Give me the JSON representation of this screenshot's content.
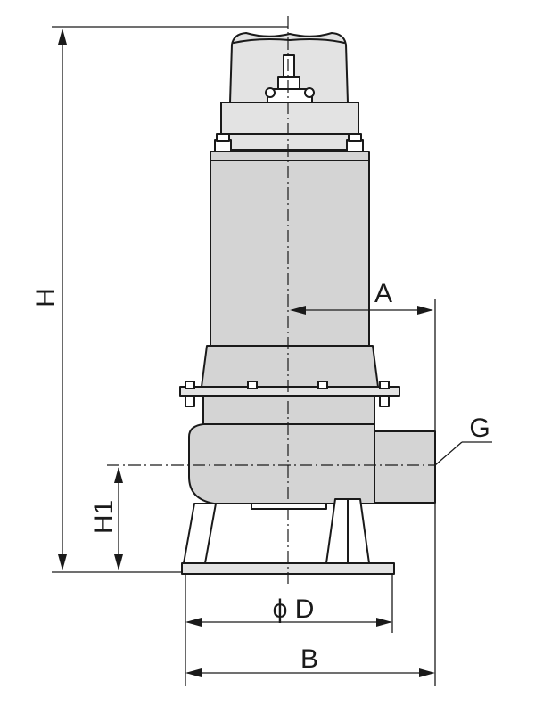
{
  "diagram": {
    "labels": {
      "H": "H",
      "H1": "H1",
      "A": "A",
      "G": "G",
      "D": "ϕ D",
      "B": "B"
    },
    "colors": {
      "line": "#1a1a1a",
      "body_fill": "#d4d4d4",
      "light_fill": "#e3e3e3",
      "background": "#ffffff"
    }
  }
}
